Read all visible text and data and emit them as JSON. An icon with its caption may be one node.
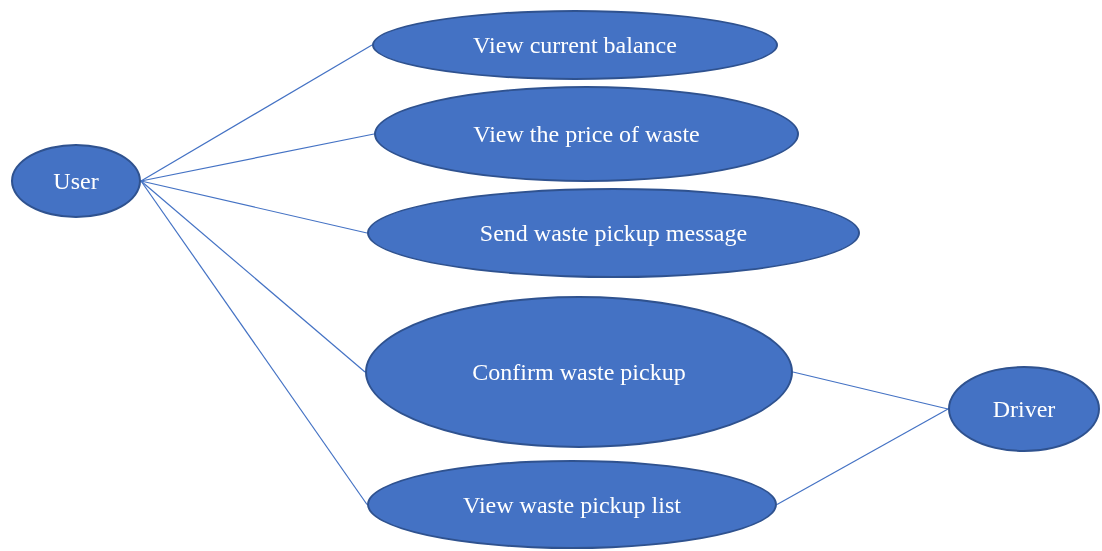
{
  "diagram": {
    "nodes": [
      {
        "text": [
          "User"
        ]
      },
      {
        "text": [
          "View current balance"
        ]
      },
      {
        "text": [
          "View the price of waste"
        ]
      },
      {
        "text": [
          "Send waste pickup message"
        ]
      },
      {
        "text": [
          "Confirm waste pickup"
        ]
      },
      {
        "text": [
          "View waste pickup list"
        ]
      },
      {
        "text": [
          "Driver"
        ]
      }
    ],
    "edges": [
      {
        "from": 0,
        "to": 1,
        "arrow": "none"
      },
      {
        "from": 0,
        "to": 2,
        "arrow": "none"
      },
      {
        "from": 0,
        "to": 3,
        "arrow": "none"
      },
      {
        "from": 0,
        "to": 4,
        "arrow": "none"
      },
      {
        "from": 0,
        "to": 5,
        "arrow": "none"
      },
      {
        "from": 4,
        "to": 6,
        "arrow": "none"
      },
      {
        "from": 5,
        "to": 6,
        "arrow": "none"
      }
    ]
  }
}
